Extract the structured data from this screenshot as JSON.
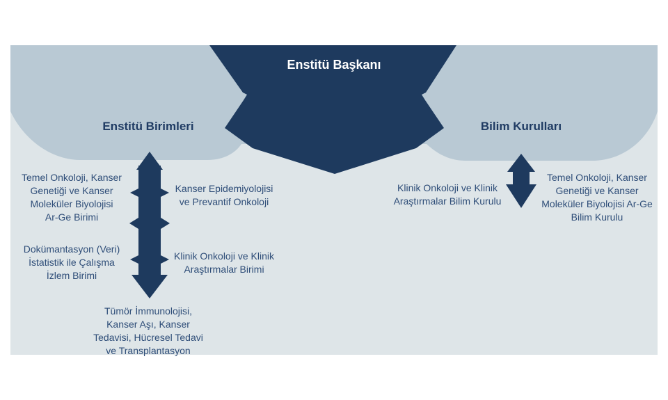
{
  "palette": {
    "page_bg": "#ffffff",
    "canvas_bg": "#dee5e8",
    "band": "#b9c9d4",
    "navy": "#1e3a5e",
    "heading_text": "#1f3b63",
    "body_text": "#2e4d78",
    "title_text": "#ffffff"
  },
  "chart": {
    "title": "Enstitü Başkanı",
    "left": {
      "heading": "Enstitü Birimleri",
      "items": [
        {
          "text": "Temel Onkoloji, Kanser\nGenetiği ve Kanser\nMoleküler Biyolojisi\nAr-Ge Birimi"
        },
        {
          "text": "Kanser Epidemiyolojisi\nve Prevantif Onkoloji"
        },
        {
          "text": "Dokümantasyon (Veri)\nİstatistik ile Çalışma\nİzlem Birimi"
        },
        {
          "text": "Klinik Onkoloji ve Klinik\nAraştırmalar Birimi"
        },
        {
          "text": "Tümör İmmunolojisi,\nKanser Aşı, Kanser\nTedavisi, Hücresel Tedavi\nve Transplantasyon"
        }
      ]
    },
    "right": {
      "heading": "Bilim Kurulları",
      "items": [
        {
          "text": "Klinik Onkoloji ve Klinik\nAraştırmalar Bilim Kurulu"
        },
        {
          "text": "Temel Onkoloji, Kanser\nGenetiği ve Kanser\nMoleküler Biyolojisi Ar-Ge\nBilim Kurulu"
        }
      ]
    }
  }
}
